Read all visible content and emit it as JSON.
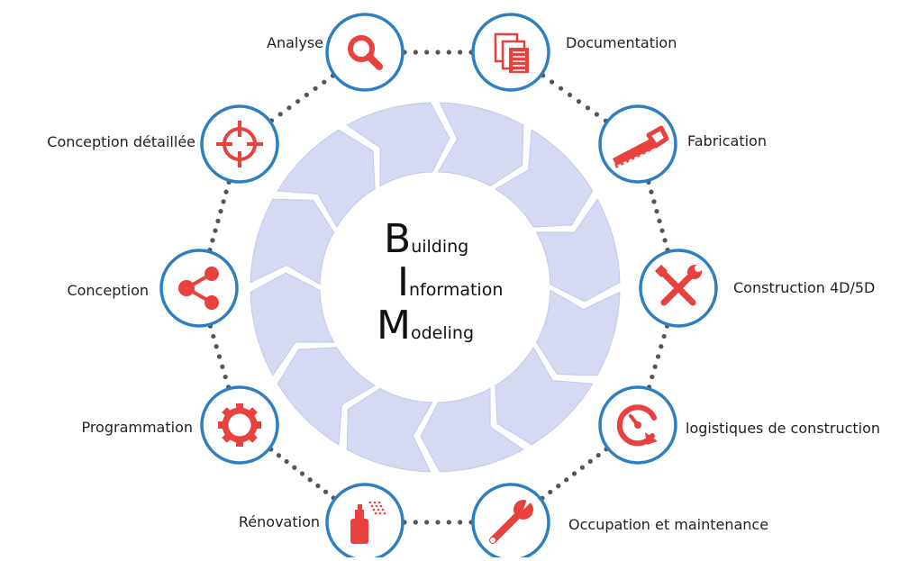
{
  "center": {
    "line1_initial": "B",
    "line1_rest": "uilding",
    "line2_initial": "I",
    "line2_rest": "nformation",
    "line3_initial": "M",
    "line3_rest": "odeling"
  },
  "colors": {
    "node_border": "#2d7fc1",
    "icon": "#e8413e",
    "arrow_fill": "#d5d9f2",
    "arrow_edge": "#c4c9ea",
    "dots": "#555555",
    "text": "#222222"
  },
  "nodes": [
    {
      "key": "analyse",
      "label": "Analyse",
      "icon": "magnifier-icon"
    },
    {
      "key": "documentation",
      "label": "Documentation",
      "icon": "documents-icon"
    },
    {
      "key": "fabrication",
      "label": "Fabrication",
      "icon": "saw-icon"
    },
    {
      "key": "construction",
      "label": "Construction 4D/5D",
      "icon": "tools-icon"
    },
    {
      "key": "logistiques",
      "label": "logistiques de construction",
      "icon": "clock-refresh-icon"
    },
    {
      "key": "occupation",
      "label": "Occupation et maintenance",
      "icon": "wrench-icon"
    },
    {
      "key": "renovation",
      "label": "Rénovation",
      "icon": "spray-can-icon"
    },
    {
      "key": "programmation",
      "label": "Programmation",
      "icon": "gear-icon"
    },
    {
      "key": "conception",
      "label": "Conception",
      "icon": "share-icon"
    },
    {
      "key": "conception_detaillee",
      "label": "Conception détaillée",
      "icon": "crosshair-icon"
    }
  ]
}
